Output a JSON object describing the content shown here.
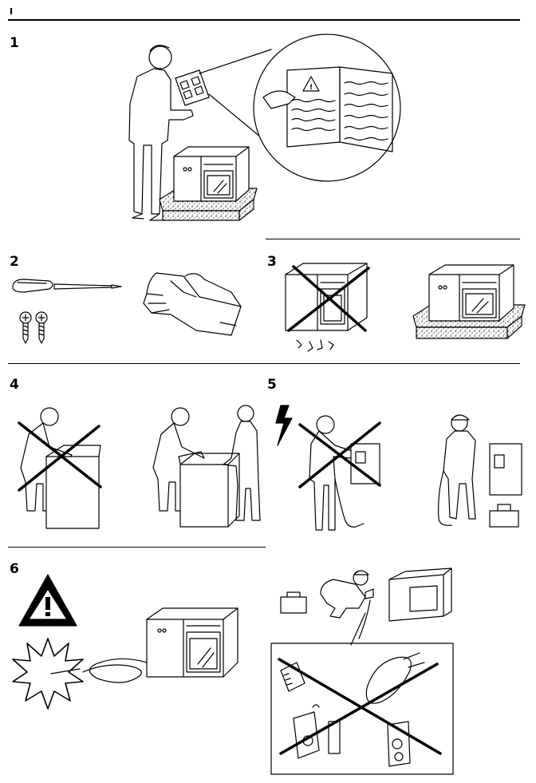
{
  "page": {
    "label": "I"
  },
  "steps": [
    {
      "number": "1"
    },
    {
      "number": "2"
    },
    {
      "number": "3"
    },
    {
      "number": "4"
    },
    {
      "number": "5"
    },
    {
      "number": "6"
    }
  ]
}
